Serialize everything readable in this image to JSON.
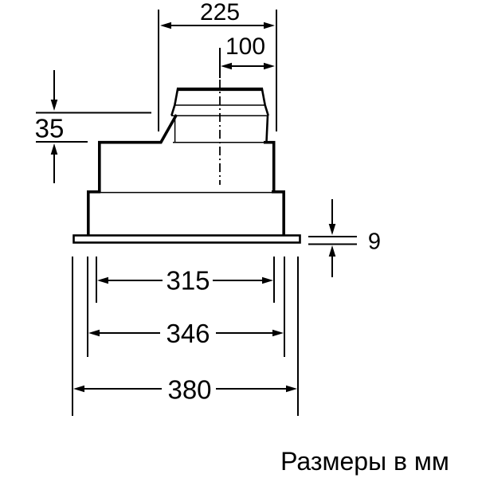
{
  "drawing": {
    "caption": "Размеры в мм",
    "ink_color": "#000000",
    "background_color": "#ffffff",
    "dimensions": {
      "top_width": {
        "label": "225"
      },
      "duct_width": {
        "label": "100"
      },
      "collar_height": {
        "label": "35"
      },
      "flange_thickness": {
        "label": "9"
      },
      "inner_width": {
        "label": "315"
      },
      "body_width": {
        "label": "346"
      },
      "overall_width": {
        "label": "380"
      }
    }
  }
}
